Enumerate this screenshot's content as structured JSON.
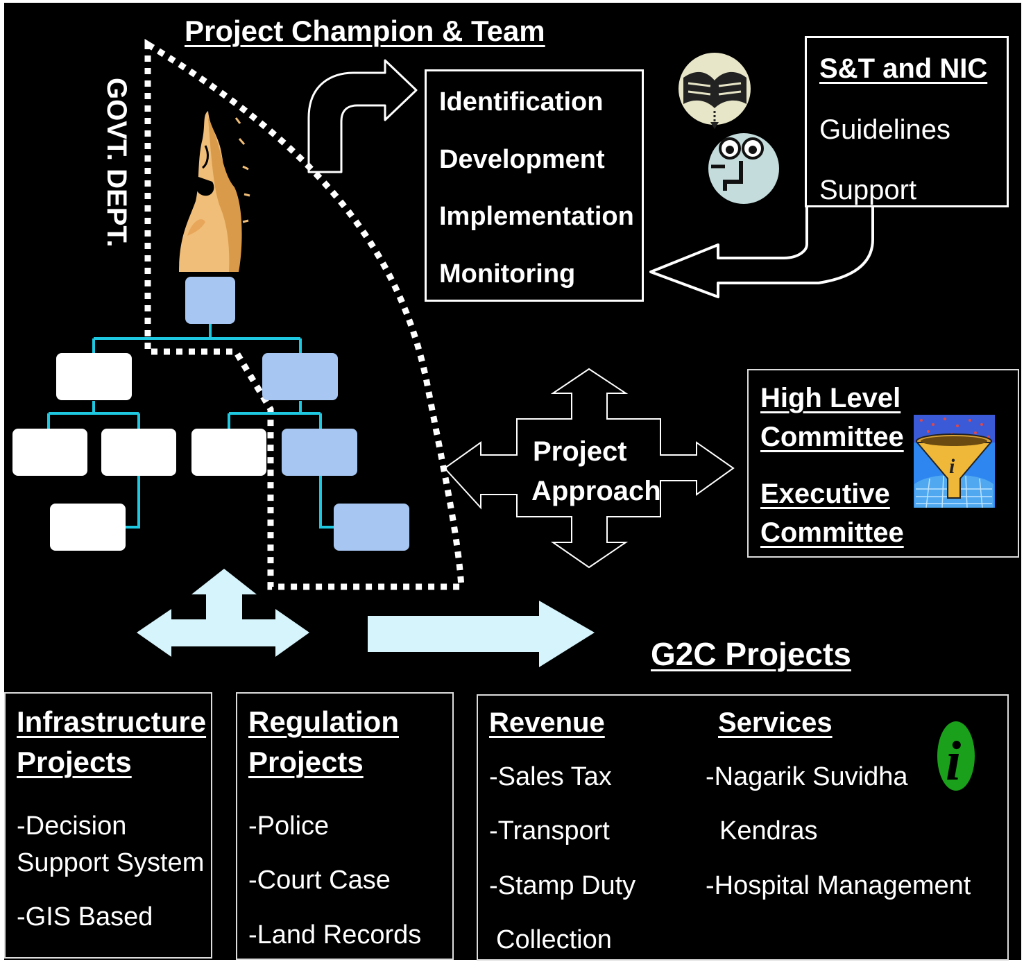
{
  "title": "Project Champion & Team",
  "vertical_label": "GOVT. DEPT.",
  "process_steps": [
    "Identification",
    "Development",
    "Implementation",
    "Monitoring"
  ],
  "st_nic": {
    "title": "S&T and NIC",
    "items": [
      "Guidelines",
      "Support"
    ]
  },
  "approach": {
    "line1": "Project",
    "line2": "Approach"
  },
  "committees": {
    "high_level": [
      "High Level",
      "Committee"
    ],
    "executive": [
      "Executive",
      "Committee"
    ]
  },
  "g2c_title": "G2C Projects",
  "infrastructure": {
    "title": [
      "Infrastructure",
      "Projects"
    ],
    "items": [
      "-Decision",
      "Support System",
      "-GIS Based"
    ]
  },
  "regulation": {
    "title": [
      "Regulation",
      "Projects"
    ],
    "items": [
      "-Police",
      "-Court Case",
      "-Land Records"
    ]
  },
  "revenue": {
    "title": "Revenue",
    "items": [
      "-Sales Tax",
      "-Transport",
      "-Stamp Duty",
      "Collection"
    ]
  },
  "services": {
    "title": "Services",
    "items": [
      "-Nagarik Suvidha",
      "Kendras",
      "-Hospital Management"
    ]
  },
  "icons": [
    "torch-icon",
    "book-icon",
    "face-icon",
    "funnel-icon",
    "info-icon"
  ],
  "colors": {
    "background": "#000000",
    "light_blue_box": "#a7c7f2",
    "connector": "#1ec8e0",
    "big_arrow": "#d6f4fb",
    "flame": "#f0be78"
  }
}
